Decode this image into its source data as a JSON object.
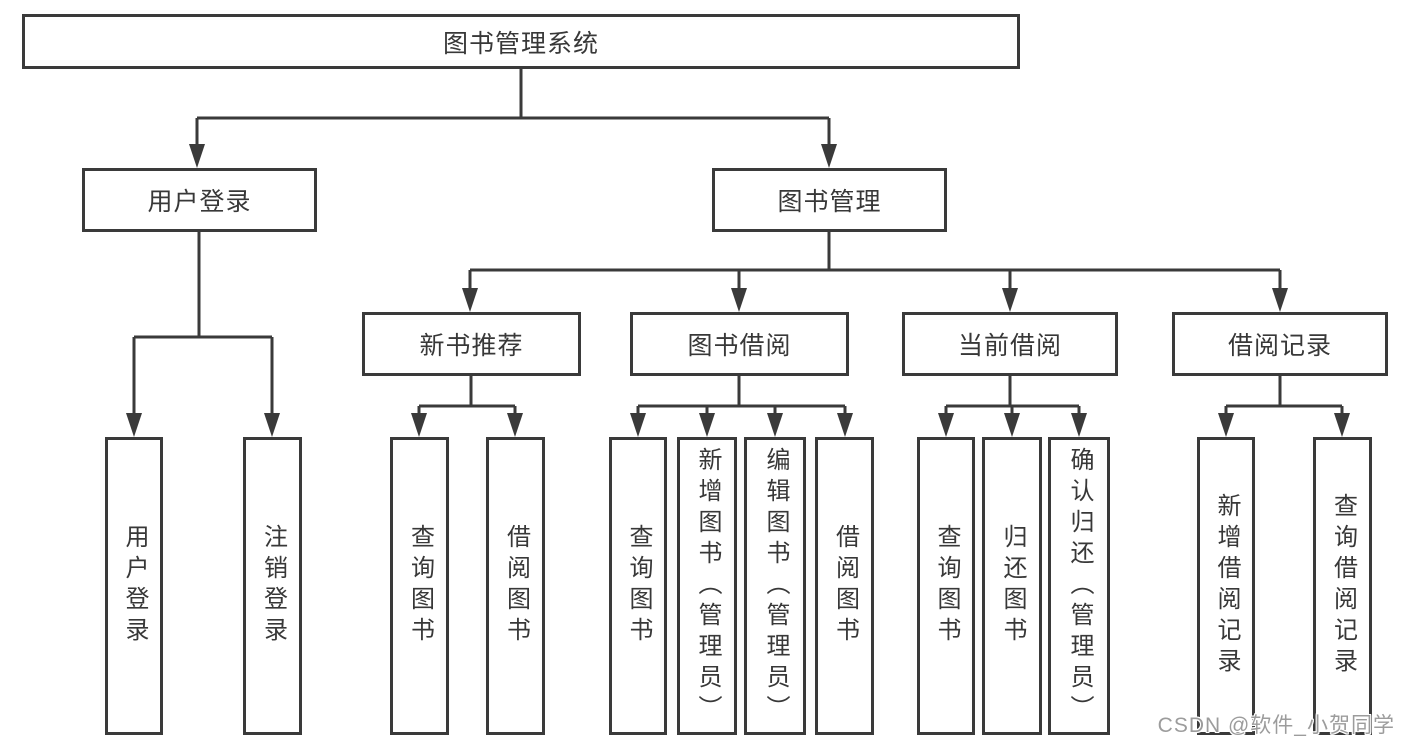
{
  "diagram": {
    "title": "图书管理系统",
    "colors": {
      "line": "#3a3a3a",
      "text": "#383838",
      "background": "#ffffff",
      "watermark": "#9c9c9c"
    },
    "nodes": {
      "root": {
        "label": "图书管理系统"
      },
      "level2": [
        {
          "label": "用户登录"
        },
        {
          "label": "图书管理"
        }
      ],
      "level3": [
        {
          "label": "新书推荐"
        },
        {
          "label": "图书借阅"
        },
        {
          "label": "当前借阅"
        },
        {
          "label": "借阅记录"
        }
      ],
      "leaves": [
        {
          "label": "用户登录"
        },
        {
          "label": "注销登录"
        },
        {
          "label": "查询图书"
        },
        {
          "label": "借阅图书"
        },
        {
          "label": "查询图书"
        },
        {
          "label": "新增图书（管理员）"
        },
        {
          "label": "编辑图书（管理员）"
        },
        {
          "label": "借阅图书"
        },
        {
          "label": "查询图书"
        },
        {
          "label": "归还图书"
        },
        {
          "label": "确认归还（管理员）"
        },
        {
          "label": "新增借阅记录"
        },
        {
          "label": "查询借阅记录"
        }
      ]
    },
    "watermark": {
      "text": "CSDN @软件_小贺同学"
    }
  }
}
